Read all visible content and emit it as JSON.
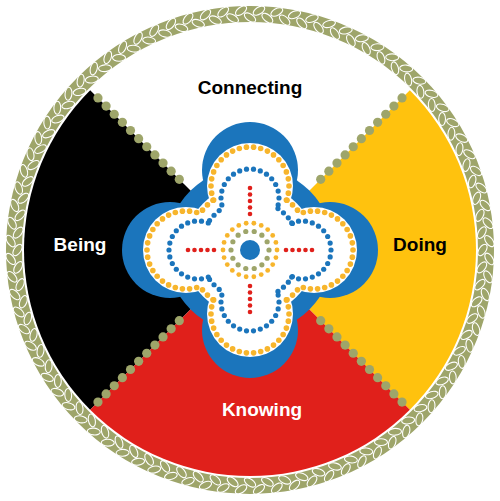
{
  "diagram": {
    "nodes": [
      {
        "text": [
          "Connecting"
        ]
      },
      {
        "text": [
          "Being"
        ]
      },
      {
        "text": [
          "Doing"
        ]
      },
      {
        "text": [
          "Knowing"
        ]
      }
    ]
  }
}
